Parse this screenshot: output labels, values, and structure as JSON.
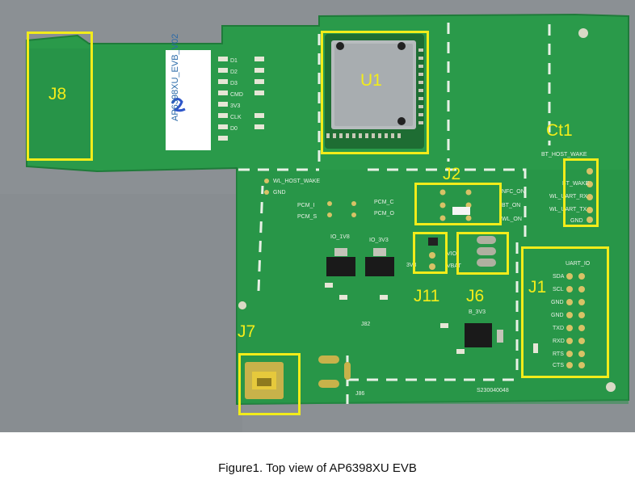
{
  "caption": "Figure1. Top view of AP6398XU EVB",
  "callouts": {
    "j8": "J8",
    "u1": "U1",
    "ct1": "Ct1",
    "j2": "J2",
    "j11": "J11",
    "j6": "J6",
    "j1": "J1",
    "j7": "J7"
  },
  "silkscreen": {
    "evb_name": "AP6398XU_EVB_V02",
    "wl_host_wake": "WL_HOST_WAKE",
    "gnd": "GND",
    "bt_host_wake": "BT_HOST_WAKE",
    "bt_wake": "BT_WAKE",
    "wl_uart_rx": "WL_UART_RX",
    "wl_uart_tx": "WL_UART_TX",
    "nfc_on": "NFC_ON",
    "bt_on": "BT_ON",
    "wl_on": "WL_ON",
    "pcm_i": "PCM_I",
    "pcm_s": "PCM_S",
    "pcm_c": "PCM_C",
    "pcm_o": "PCM_O",
    "io_1v8": "IO_1V8",
    "io_3v3": "IO_3V3",
    "vio": "VIO",
    "vbat": "VBAT",
    "v3v3": "3V3",
    "b3v3": "B_3V3",
    "uart_io": "UART_IO",
    "sda": "SDA",
    "scl": "SCL",
    "txd": "TXD",
    "rxd": "RXD",
    "rts": "RTS",
    "cts": "CTS",
    "j82": "J82",
    "j86": "J86",
    "serial": "S230040048",
    "d1": "D1",
    "d2": "D2",
    "d3": "D3",
    "cmd": "CMD",
    "clk": "CLK",
    "d0": "D0"
  },
  "colors": {
    "pcb": "#2a9a4a",
    "background": "#8a8f93",
    "callout": "#f2ec1a",
    "silkscreen": "#e8f1e6"
  }
}
